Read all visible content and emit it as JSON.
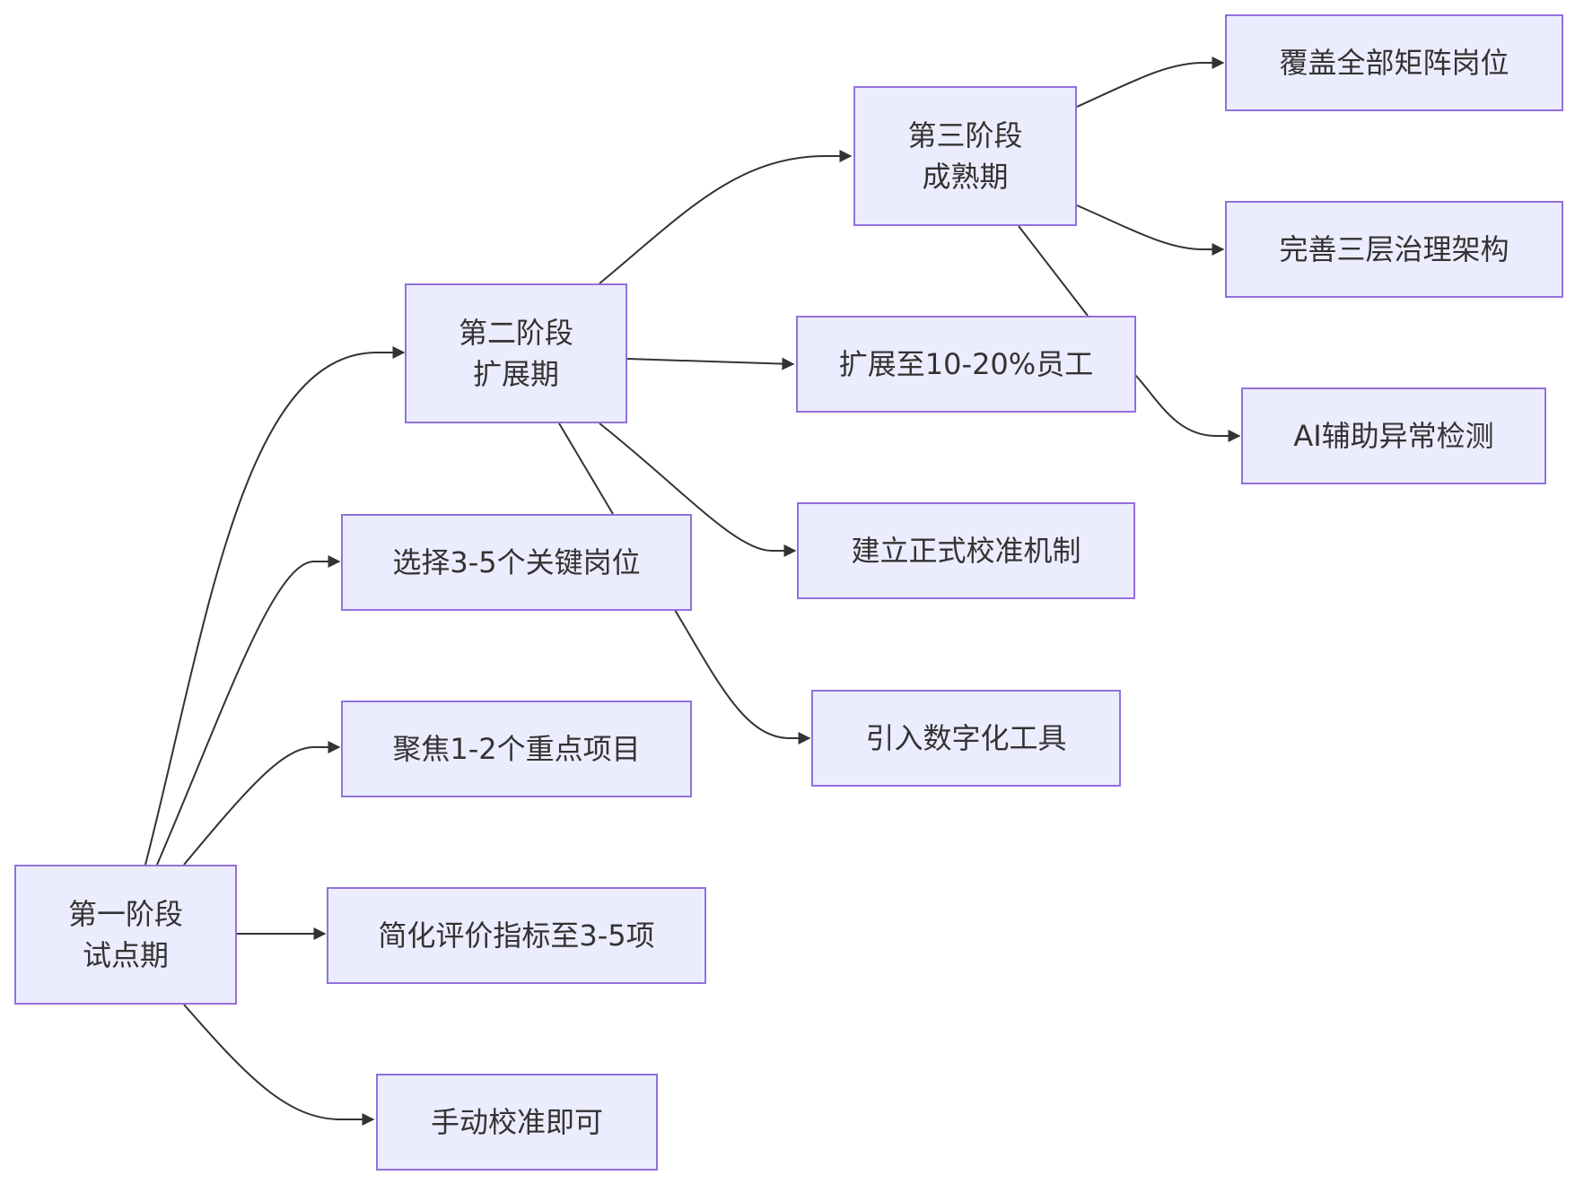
{
  "diagram": {
    "nodes": {
      "phase1": {
        "line1": "第一阶段",
        "line2": "试点期"
      },
      "phase2": {
        "line1": "第二阶段",
        "line2": "扩展期"
      },
      "phase3": {
        "line1": "第三阶段",
        "line2": "成熟期"
      },
      "p1_select": "选择3-5个关键岗位",
      "p1_focus": "聚焦1-2个重点项目",
      "p1_simplify": "简化评价指标至3-5项",
      "p1_manual": "手动校准即可",
      "p2_expand": "扩展至10-20%员工",
      "p2_calibration": "建立正式校准机制",
      "p2_digital": "引入数字化工具",
      "p3_cover": "覆盖全部矩阵岗位",
      "p3_governance": "完善三层治理架构",
      "p3_ai": "AI辅助异常检测"
    }
  }
}
